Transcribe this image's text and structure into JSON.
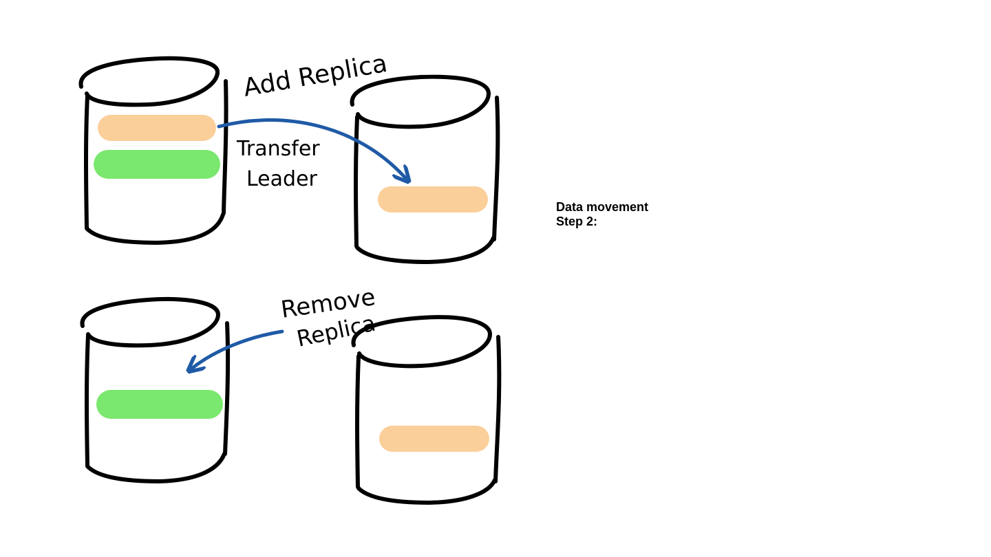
{
  "caption": {
    "line1": "Data movement",
    "line2": "Step 2:"
  },
  "annotations": {
    "add_replica": "Add Replica",
    "transfer_leader_line1": "Transfer",
    "transfer_leader_line2": "Leader",
    "remove_replica_line1": "Remove",
    "remove_replica_line2": "Replica"
  },
  "colors": {
    "outline": "#000000",
    "leader_replica": "#fbcf9a",
    "follower_replica": "#7ae86e",
    "arrow": "#1f5aa6"
  }
}
